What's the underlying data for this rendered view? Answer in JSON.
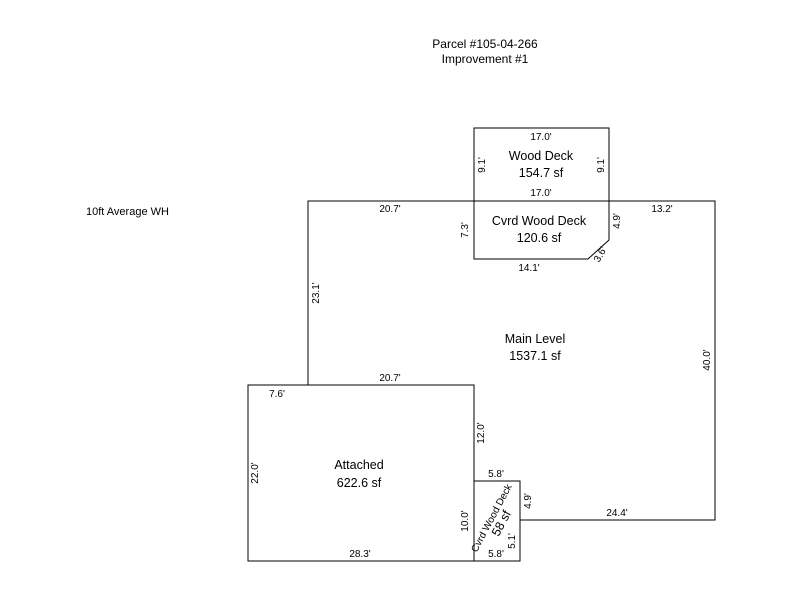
{
  "header": {
    "parcel": "Parcel #105-04-266",
    "improvement": "Improvement #1"
  },
  "note": "10ft Average WH",
  "areas": {
    "wood_deck": {
      "name": "Wood Deck",
      "size": "154.7 sf"
    },
    "cvrd_wood_deck_top": {
      "name": "Cvrd Wood Deck",
      "size": "120.6 sf"
    },
    "main_level": {
      "name": "Main Level",
      "size": "1537.1 sf"
    },
    "attached": {
      "name": "Attached",
      "size": "622.6 sf"
    },
    "cvrd_wood_deck_small": {
      "name": "Cvrd Wood Deck",
      "size": "58 sf"
    }
  },
  "dimensions": {
    "wd_top": "17.0'",
    "wd_left": "9.1'",
    "wd_right": "9.1'",
    "wd_bottom": "17.0'",
    "cwd_left": "7.3'",
    "cwd_right": "4.9'",
    "cwd_diag": "3.6'",
    "cwd_bottom": "14.1'",
    "main_top_left": "20.7'",
    "main_top_right": "13.2'",
    "main_left": "23.1'",
    "main_right": "40.0'",
    "main_step": "20.7'",
    "main_bottom": "24.4'",
    "att_left_top": "7.6'",
    "att_left": "22.0'",
    "att_right_upper": "12.0'",
    "att_right_lower": "10.0'",
    "att_bottom": "28.3'",
    "sd_top": "5.8'",
    "sd_right_upper": "4.9'",
    "sd_right_lower": "5.1'",
    "sd_bottom": "5.8'"
  }
}
